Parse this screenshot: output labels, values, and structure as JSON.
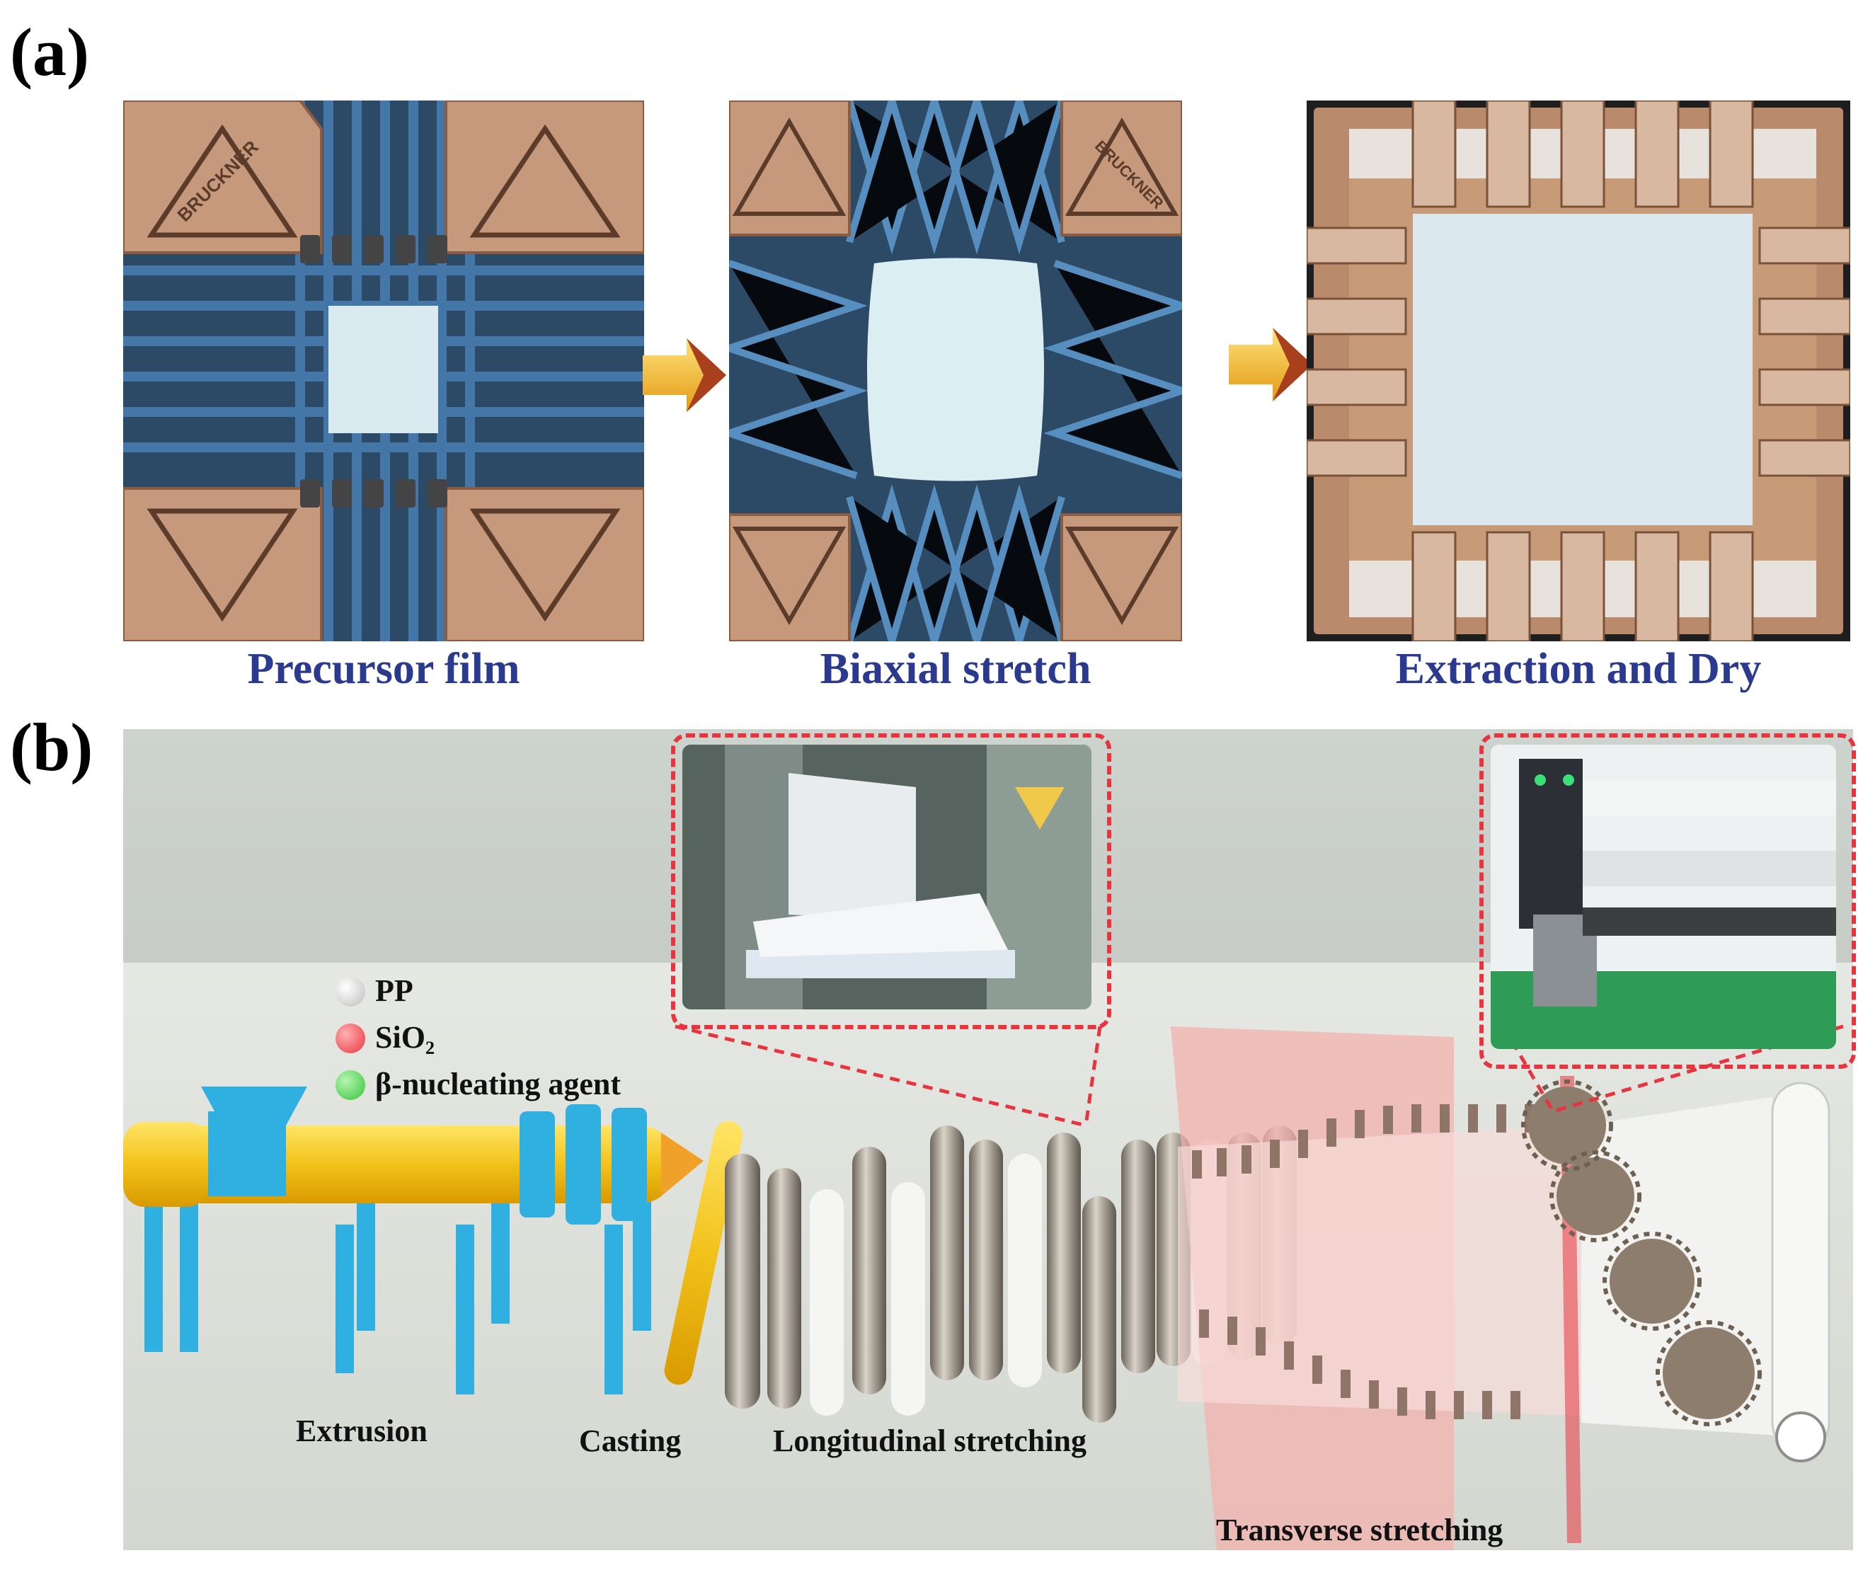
{
  "panel_a": {
    "letter": "(a)",
    "photos": [
      {
        "caption": "Precursor film",
        "brand_text": "BRUCKNER"
      },
      {
        "caption": "Biaxial stretch",
        "brand_text": "BRUCKNER"
      },
      {
        "caption": "Extraction and Dry"
      }
    ]
  },
  "panel_b": {
    "letter": "(b)",
    "legend": [
      {
        "label": "PP",
        "color": "#e8e8e8"
      },
      {
        "label": "SiO₂",
        "color": "#e8343f"
      },
      {
        "label": "β-nucleating agent",
        "color": "#35c43a"
      }
    ],
    "stages": {
      "extrusion": "Extrusion",
      "casting": "Casting",
      "longitudinal": "Longitudinal stretching",
      "transverse": "Transverse stretching"
    }
  },
  "colors": {
    "caption_blue": "#2b3a8f",
    "inset_dash_red": "#e8343f",
    "extruder_yellow": "#f2c21b",
    "frame_blue": "#2fb0e0",
    "stretch_zone_pink": "#f3b2ad"
  }
}
